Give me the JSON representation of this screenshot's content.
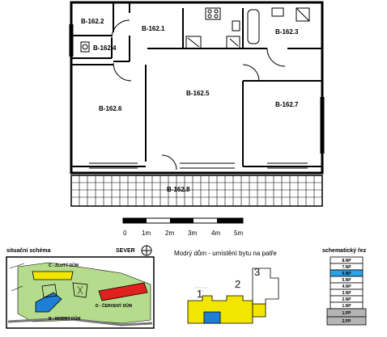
{
  "rooms": {
    "r1": "B-162.1",
    "r2": "B-162.2",
    "r3": "B-162.3",
    "r4": "B-162.4",
    "r5": "B-162.5",
    "r6": "B-162.6",
    "r7": "B-162.7",
    "r8": "B-162.8"
  },
  "scale": {
    "ticks": [
      "0",
      "1m",
      "2m",
      "3m",
      "4m",
      "5m"
    ]
  },
  "situation": {
    "title": "situační schéma",
    "north": "SEVER",
    "building_c": "C - ŽLUTÝ DŮM",
    "building_d": "D - ČERVENÝ DŮM",
    "building_b": "B - MODRÝ DŮM"
  },
  "location": {
    "title": "Modrý dům - umístění bytu na patře",
    "sections": [
      "1",
      "2",
      "3"
    ]
  },
  "floors": {
    "title": "schematický řez",
    "levels": [
      "8.NP",
      "7.NP",
      "6.NP",
      "5.NP",
      "4.NP",
      "3.NP",
      "2.NP",
      "1.NP",
      "1.PP",
      "2.PP"
    ],
    "highlighted": "6.NP"
  },
  "colors": {
    "yellow": "#f2e600",
    "blue": "#1e7fd6",
    "red": "#e0211d",
    "green": "#9fd36a",
    "gray": "#b4b4b4",
    "highlight": "#29a3e8"
  }
}
